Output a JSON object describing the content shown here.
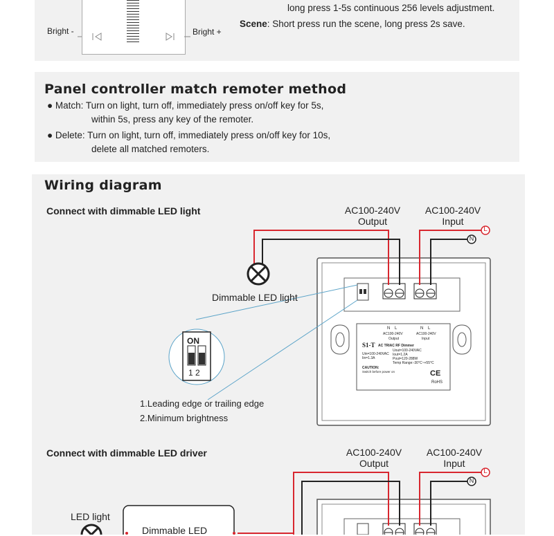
{
  "top": {
    "bright_minus": "Bright -",
    "bright_plus": "Bright +",
    "adjust_text": "long press 1-5s continuous 256 levels adjustment.",
    "scene_label": "Scene",
    "scene_text": ": Short press run the scene, long press 2s save."
  },
  "match": {
    "title": "Panel controller match remoter method",
    "match_line1": "● Match: Turn on light, turn off, immediately press on/off key for 5s,",
    "match_line2": "within 5s, press any key of the remoter.",
    "delete_line1": "● Delete: Turn on light, turn off, immediately press on/off key for 10s,",
    "delete_line2": "delete all matched remoters."
  },
  "wiring": {
    "title": "Wiring diagram",
    "section1": {
      "heading": "Connect with dimmable LED light",
      "output_voltage": "AC100-240V",
      "output_label": "Output",
      "input_voltage": "AC100-240V",
      "input_label": "Input",
      "live": "L",
      "neutral": "N",
      "lamp_label": "Dimmable LED light",
      "dip_on": "ON",
      "dip_nums": "1 2",
      "note1": "1.Leading edge or trailing edge",
      "note2": "2.Minimum brightness"
    },
    "section2": {
      "heading": "Connect with dimmable LED driver",
      "output_voltage": "AC100-240V",
      "output_label": "Output",
      "input_voltage": "AC100-240V",
      "input_label": "Input",
      "live": "L",
      "neutral": "N",
      "led_light": "LED light",
      "driver_label": "Dimmable LED"
    },
    "label_card": {
      "model": "S1-T",
      "name": "AC TRIAC RF Dimmer",
      "n": "N",
      "l": "L",
      "out_v": "AC100-240V",
      "out": "Output",
      "in_v": "AC100-240V",
      "in": "Input",
      "spec1": "Uin=100-240VAC",
      "spec2": "Iin=1.3A",
      "spec3": "Uout=100-240VAC",
      "spec4": "Iout=1.2A",
      "spec5": "Pout=120-288W",
      "spec6": "Temp Range:-30°C~+55°C",
      "caution": "CAUTION:",
      "caution_text": "Switch before power on",
      "ce": "CE",
      "rohs": "RoHS"
    }
  },
  "colors": {
    "wire_red": "#d8262e",
    "wire_black": "#222222",
    "panel_bg": "#f1f1f1"
  }
}
